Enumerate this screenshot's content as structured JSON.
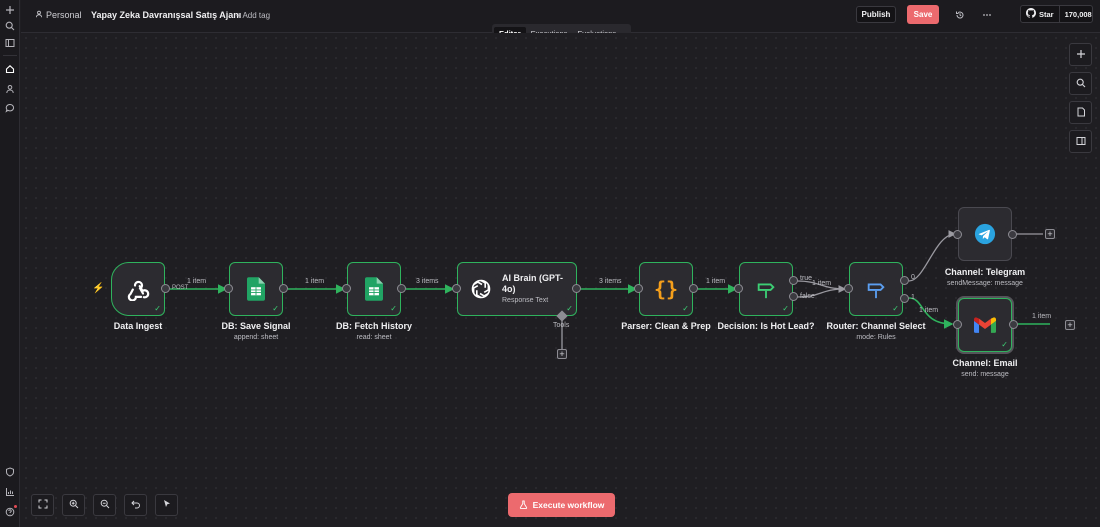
{
  "header": {
    "project": "Personal",
    "workflow_name": "Yapay Zeka Davranışsal Satış Ajanı",
    "add_tag": "+ Add tag",
    "publish": "Publish",
    "save": "Save",
    "github_star": "Star",
    "github_count": "170,008"
  },
  "tabs": [
    "Editor",
    "Executions",
    "Evaluations"
  ],
  "nodes": {
    "data_ingest": {
      "label": "Data Ingest",
      "icon": "webhook-icon"
    },
    "db_save": {
      "label": "DB: Save Signal",
      "sub": "append: sheet",
      "icon": "google-sheets-icon"
    },
    "db_fetch": {
      "label": "DB: Fetch History",
      "sub": "read: sheet",
      "icon": "google-sheets-icon"
    },
    "ai_brain": {
      "label": "AI Brain (GPT-4o)",
      "sub": "Response Text",
      "tools": "Tools",
      "icon": "openai-icon"
    },
    "parser": {
      "label": "Parser: Clean & Prep",
      "icon": "code-braces-icon"
    },
    "decision": {
      "label": "Decision: Is Hot Lead?",
      "icon": "if-signpost-icon"
    },
    "router": {
      "label": "Router: Channel Select",
      "sub": "mode: Rules",
      "icon": "switch-signpost-icon"
    },
    "telegram": {
      "label": "Channel: Telegram",
      "sub": "sendMessage: message",
      "icon": "telegram-icon"
    },
    "email": {
      "label": "Channel: Email",
      "sub": "send: message",
      "icon": "gmail-icon"
    }
  },
  "edges": {
    "ingest_save": "1 item",
    "ingest_method": "POST",
    "save_fetch": "1 item",
    "fetch_ai": "3 items",
    "ai_parser": "3 items",
    "parser_decision": "1 item",
    "decision_true": "true",
    "decision_false": "false",
    "decision_router": "1 item",
    "router_out0": "0",
    "router_out1": "1",
    "router_email": "1 item",
    "email_out": "1 item"
  },
  "execute_button": "Execute workflow",
  "colors": {
    "success": "#2fb35d",
    "accent": "#ec6a6e",
    "background": "#1f1e22"
  }
}
